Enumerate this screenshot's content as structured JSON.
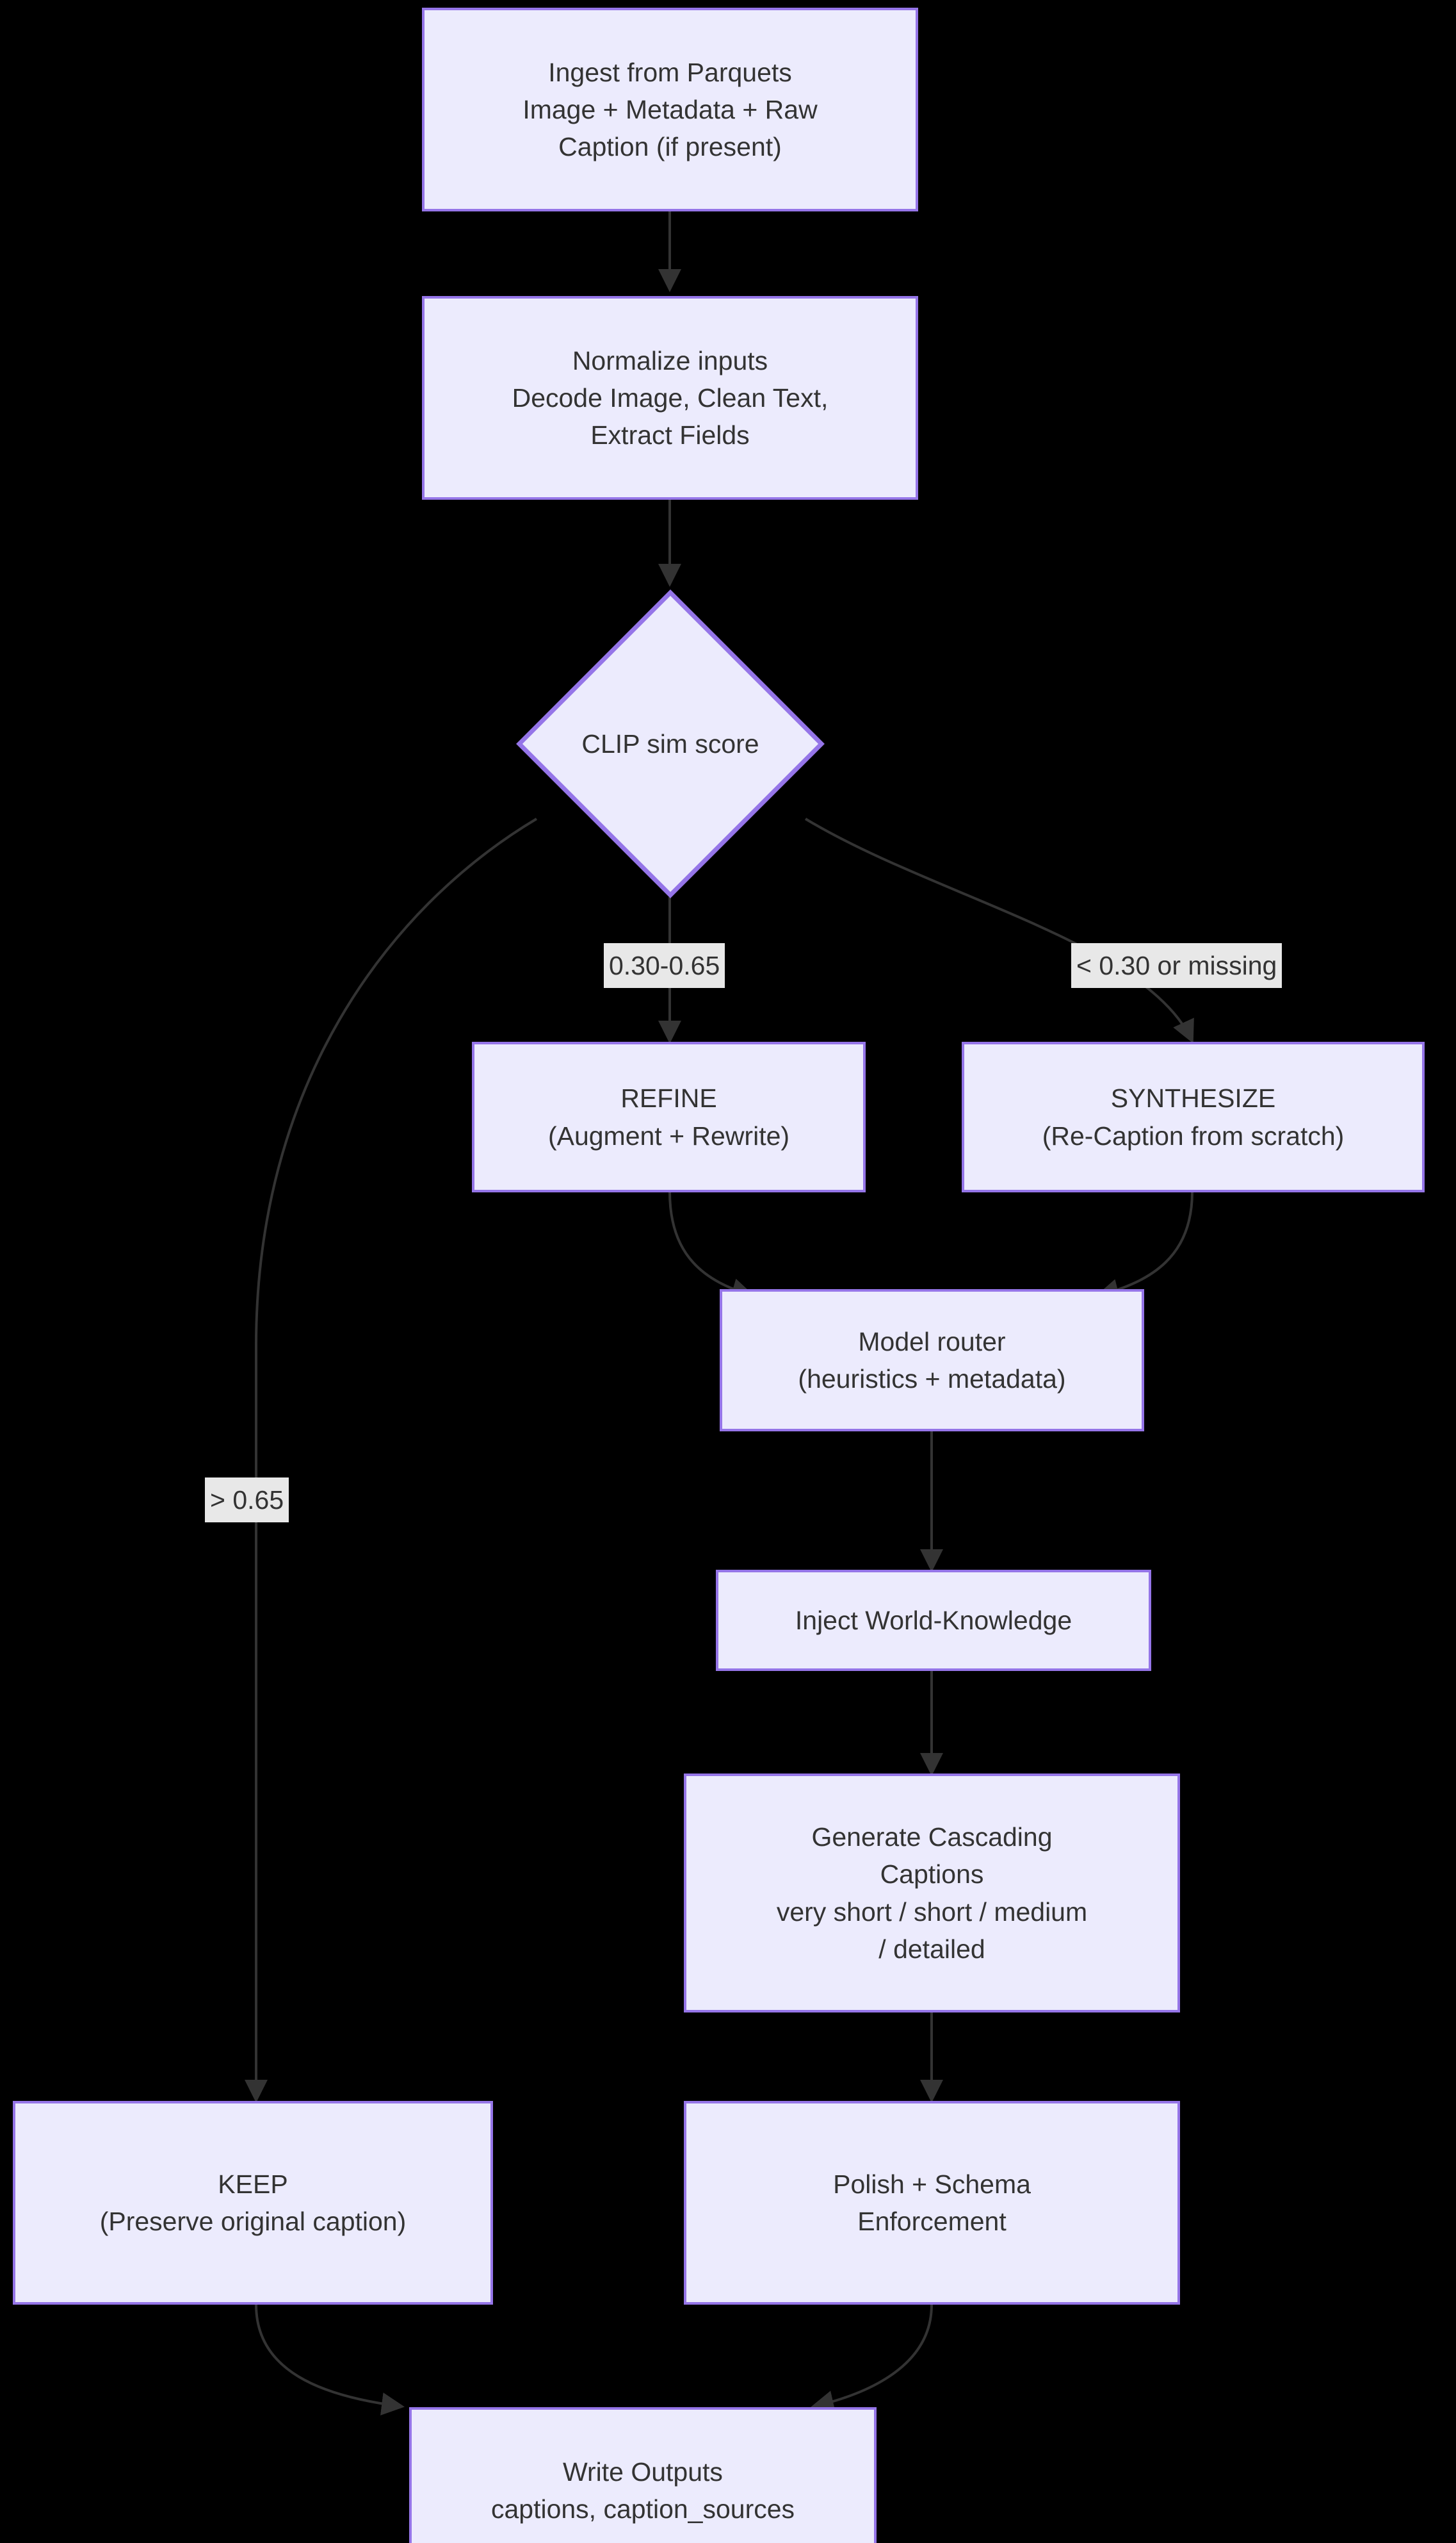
{
  "diagram": {
    "type": "flowchart",
    "direction": "top-down",
    "background_color": "#000000",
    "node_fill_color": "#ECEBFD",
    "node_border_color": "#9575E8",
    "node_text_color": "#333333",
    "edge_color": "#333333",
    "edge_label_background": "#E8E8E8"
  },
  "nodes": {
    "ingest": {
      "shape": "rect",
      "lines": [
        "Ingest from Parquets",
        "Image + Metadata + Raw",
        "Caption (if present)"
      ]
    },
    "normalize": {
      "shape": "rect",
      "lines": [
        "Normalize inputs",
        "Decode Image, Clean Text,",
        "Extract Fields"
      ]
    },
    "clip_decision": {
      "shape": "diamond",
      "lines": [
        "CLIP sim score"
      ]
    },
    "refine": {
      "shape": "rect",
      "lines": [
        "REFINE",
        "(Augment + Rewrite)"
      ]
    },
    "synthesize": {
      "shape": "rect",
      "lines": [
        "SYNTHESIZE",
        "(Re-Caption from scratch)"
      ]
    },
    "model_router": {
      "shape": "rect",
      "lines": [
        "Model router",
        "(heuristics + metadata)"
      ]
    },
    "inject_world_knowledge": {
      "shape": "rect",
      "lines": [
        "Inject World-Knowledge"
      ]
    },
    "generate_captions": {
      "shape": "rect",
      "lines": [
        "Generate Cascading",
        "Captions",
        "very short / short / medium",
        "/ detailed"
      ]
    },
    "keep": {
      "shape": "rect",
      "lines": [
        "KEEP",
        "(Preserve original caption)"
      ]
    },
    "polish": {
      "shape": "rect",
      "lines": [
        "Polish + Schema",
        "Enforcement"
      ]
    },
    "write_outputs": {
      "shape": "rect",
      "lines": [
        "Write Outputs",
        "captions, caption_sources"
      ]
    }
  },
  "edge_labels": {
    "mid_range": "0.30-0.65",
    "low_or_missing": "< 0.30 or missing",
    "high": "> 0.65"
  },
  "edges": [
    {
      "from": "ingest",
      "to": "normalize",
      "label": ""
    },
    {
      "from": "normalize",
      "to": "clip_decision",
      "label": ""
    },
    {
      "from": "clip_decision",
      "to": "refine",
      "label": "0.30-0.65"
    },
    {
      "from": "clip_decision",
      "to": "synthesize",
      "label": "< 0.30 or missing"
    },
    {
      "from": "clip_decision",
      "to": "keep",
      "label": "> 0.65"
    },
    {
      "from": "refine",
      "to": "model_router",
      "label": ""
    },
    {
      "from": "synthesize",
      "to": "model_router",
      "label": ""
    },
    {
      "from": "model_router",
      "to": "inject_world_knowledge",
      "label": ""
    },
    {
      "from": "inject_world_knowledge",
      "to": "generate_captions",
      "label": ""
    },
    {
      "from": "generate_captions",
      "to": "polish",
      "label": ""
    },
    {
      "from": "keep",
      "to": "write_outputs",
      "label": ""
    },
    {
      "from": "polish",
      "to": "write_outputs",
      "label": ""
    }
  ]
}
